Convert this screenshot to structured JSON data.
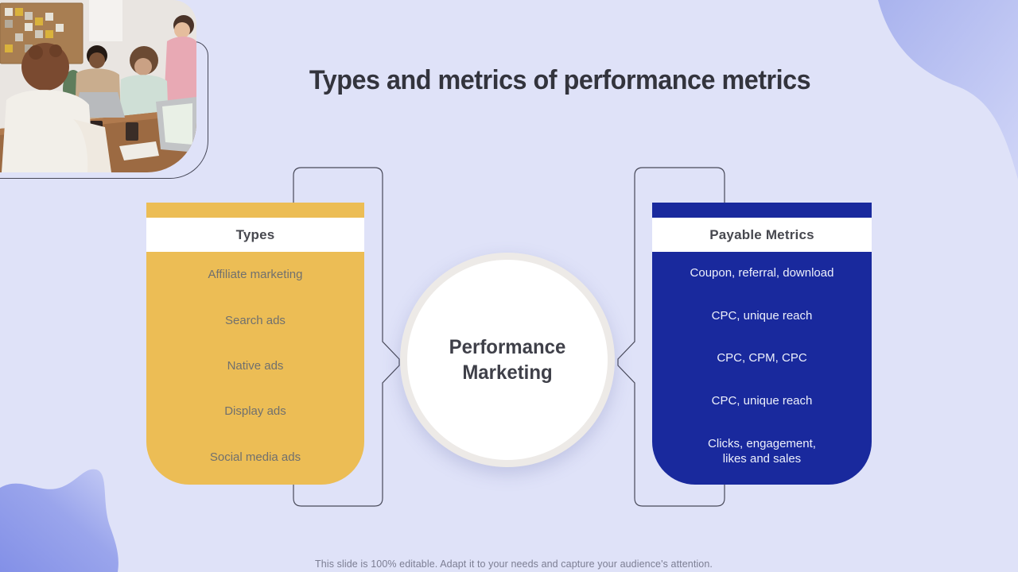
{
  "title": "Types and metrics of performance metrics",
  "footer": "This slide is 100% editable. Adapt it to your needs and capture your audience's attention.",
  "center": {
    "label": "Performance Marketing"
  },
  "types_card": {
    "header": "Types",
    "items": [
      "Affiliate marketing",
      "Search ads",
      "Native ads",
      "Display ads",
      "Social media ads"
    ]
  },
  "metrics_card": {
    "header": "Payable Metrics",
    "items": [
      "Coupon, referral, download",
      "CPC, unique reach",
      "CPC, CPM, CPC",
      "CPC, unique reach",
      "Clicks, engagement, likes and sales"
    ]
  },
  "photo": {
    "description": "team-meeting-photo"
  },
  "colors": {
    "background": "#dfe2f8",
    "accent_yellow": "#ecbd55",
    "accent_blue": "#19299d",
    "title_text": "#33343d",
    "bracket_line": "#474858",
    "blob_periwinkle": "#8d9ae8"
  }
}
